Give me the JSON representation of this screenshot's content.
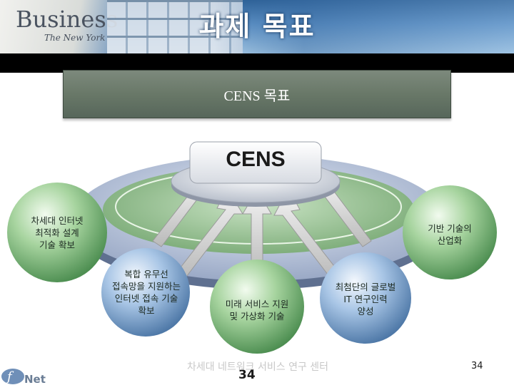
{
  "header": {
    "title": "과제 목표",
    "logo_word": "Business",
    "logo_sub": "The New York"
  },
  "banner": {
    "label": "CENS 목표"
  },
  "center": {
    "label": "CENS"
  },
  "goals": [
    {
      "lines": [
        "차세대 인터넷",
        "최적화 설계",
        "기술 확보"
      ]
    },
    {
      "lines": [
        "복합 유무선",
        "접속망을 지원하는",
        "인터넷 접속 기술",
        "확보"
      ]
    },
    {
      "lines": [
        "미래 서비스 지원",
        "및 가상화 기술"
      ]
    },
    {
      "lines": [
        "최첨단의 글로벌",
        "IT 연구인력",
        "양성"
      ]
    },
    {
      "lines": [
        "기반 기술의",
        "산업화"
      ]
    }
  ],
  "footer": {
    "text": "차세대 네트워크 서비스 연구 센터",
    "page_center": "34",
    "page_right": "34",
    "logo": "Net"
  },
  "colors": {
    "header_blue": "#2b5f95",
    "banner_green": "#697868",
    "ring_green": "#9fc59a",
    "sphere_green": "#8fc48a",
    "sphere_blue": "#8fb3d8"
  }
}
